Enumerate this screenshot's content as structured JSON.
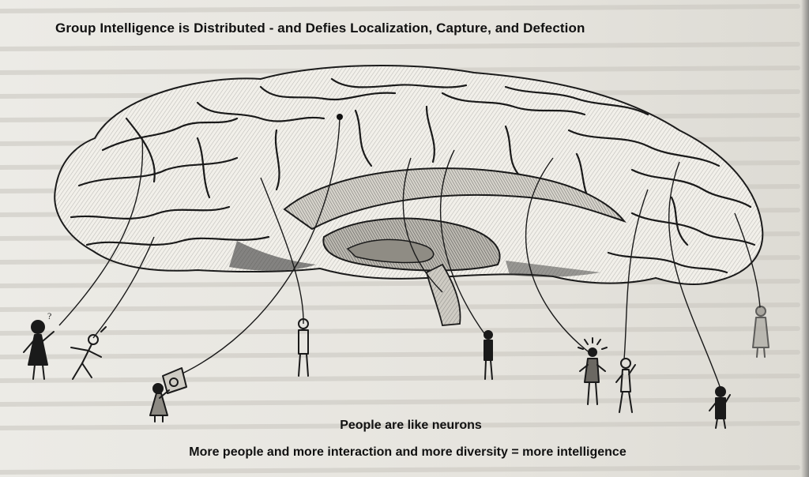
{
  "title": "Group Intelligence is Distributed - and Defies Localization, Capture, and Defection",
  "caption_primary": "People are like neurons",
  "caption_secondary": "More people and more interaction and more diversity = more intelligence",
  "diagram_elements": {
    "brain": "brain-illustration",
    "people": [
      "person-questioning",
      "person-dancing",
      "person-kite",
      "person-standing-center",
      "person-standing-mid",
      "person-idea",
      "person-thinking",
      "person-far-right",
      "person-edge-right"
    ]
  },
  "colors": {
    "ink": "#1a1a1a",
    "page": "#e7e5df",
    "shade": "#9a9893"
  }
}
